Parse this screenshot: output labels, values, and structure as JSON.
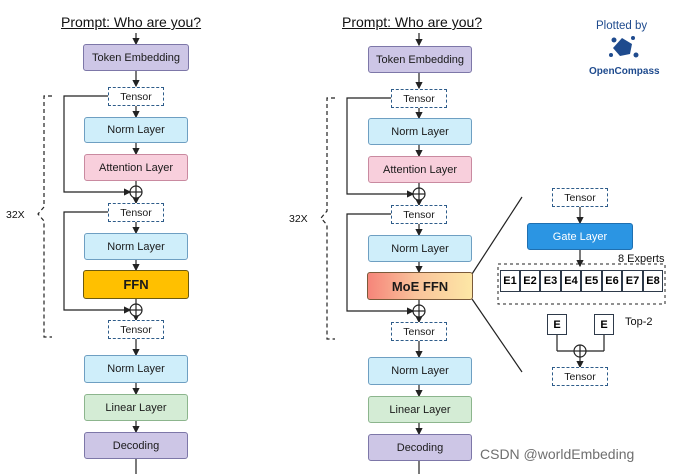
{
  "left_model": {
    "prompt": "Prompt: Who are you?",
    "token_embedding": "Token Embedding",
    "tensor_1": "Tensor",
    "norm_layer_1": "Norm Layer",
    "attention_layer": "Attention Layer",
    "tensor_2": "Tensor",
    "norm_layer_2": "Norm Layer",
    "ffn": "FFN",
    "tensor_3": "Tensor",
    "norm_layer_3": "Norm Layer",
    "linear_layer": "Linear Layer",
    "decoding": "Decoding",
    "repeat_label": "32X"
  },
  "right_model": {
    "prompt": "Prompt: Who are you?",
    "token_embedding": "Token Embedding",
    "tensor_1": "Tensor",
    "norm_layer_1": "Norm Layer",
    "attention_layer": "Attention Layer",
    "tensor_2": "Tensor",
    "norm_layer_2": "Norm Layer",
    "moe_ffn": "MoE FFN",
    "tensor_3": "Tensor",
    "norm_layer_3": "Norm Layer",
    "linear_layer": "Linear Layer",
    "decoding": "Decoding",
    "repeat_label": "32X"
  },
  "moe_detail": {
    "tensor_in": "Tensor",
    "gate_layer": "Gate Layer",
    "experts_label": "8 Experts",
    "experts": [
      "E1",
      "E2",
      "E3",
      "E4",
      "E5",
      "E6",
      "E7",
      "E8"
    ],
    "selected_expert_a": "E",
    "selected_expert_b": "E",
    "top_k_label": "Top-2",
    "tensor_out": "Tensor"
  },
  "branding": {
    "plotted_by": "Plotted by",
    "logo_name": "OpenCompass"
  },
  "watermark": "CSDN @worldEmbeding",
  "colors": {
    "embedding": "#cdc6e6",
    "norm": "#cfeefa",
    "attention": "#f8cfdc",
    "linear": "#d4ecd5",
    "ffn": "#ffc000",
    "gate": "#2b95e3",
    "tensor_border": "#2e5c8a"
  }
}
